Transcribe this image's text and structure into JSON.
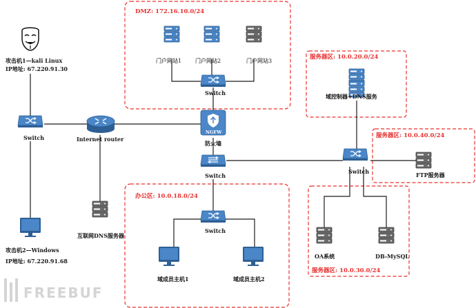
{
  "zones": {
    "dmz": "DMZ: 172.16.10.0/24",
    "office": "办公区: 10.0.18.0/24",
    "server20": "服务器区: 10.0.20.0/24",
    "server40": "服务器区: 10.0.40.0/24",
    "server30": "服务器区: 10.0.30.0/24"
  },
  "nodes": {
    "attacker1": {
      "name": "攻击机1—kali Linux",
      "ip": "IP地址: 67.220.91.30"
    },
    "attacker2": {
      "name": "攻击机2—Windows",
      "ip": "IP地址: 67.220.91.68"
    },
    "switch_left": "Switch",
    "router": "Internet router",
    "internet_dns": "互联网DNS服务器",
    "portal1": "门户网站1",
    "portal2": "门户网站2",
    "portal3": "门户网站3",
    "switch_dmz": "Switch",
    "firewall": "防火墙",
    "firewall_tag": "NGFW",
    "switch_core": "Switch",
    "switch_office": "Switch",
    "pc1": "域成员主机1",
    "pc2": "域成员主机2",
    "dc_dns": "域控制器+DNS服务",
    "switch_server": "Switch",
    "ftp": "FTP服务器",
    "oa": "OA系统",
    "db": "DB-MySQL"
  },
  "watermark": "FREEBUF",
  "colors": {
    "zone": "#e8312f",
    "device_blue": "#4a86c8",
    "device_gray": "#6b6b6b",
    "wire": "#1a1a1a"
  }
}
